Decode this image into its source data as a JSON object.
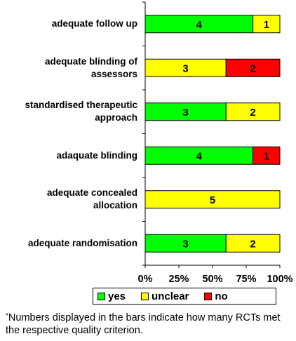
{
  "chart_data": {
    "type": "bar",
    "orientation": "horizontal",
    "stacked": "percent",
    "categories": [
      "adequate follow up",
      "adequate blinding of assessors",
      "standardised therapeutic approach",
      "adaquate blinding",
      "adequate concealed allocation",
      "adequate randomisation"
    ],
    "category_lines": [
      [
        "adequate follow up"
      ],
      [
        "adequate blinding of",
        "assessors"
      ],
      [
        "standardised therapeutic",
        "approach"
      ],
      [
        "adaquate blinding"
      ],
      [
        "adequate concealed",
        "allocation"
      ],
      [
        "adequate randomisation"
      ]
    ],
    "series": [
      {
        "name": "yes",
        "color": "#00ff00",
        "values": [
          4,
          0,
          3,
          4,
          0,
          3
        ]
      },
      {
        "name": "unclear",
        "color": "#ffff00",
        "values": [
          1,
          3,
          2,
          0,
          5,
          2
        ]
      },
      {
        "name": "no",
        "color": "#ff0000",
        "values": [
          0,
          2,
          0,
          1,
          0,
          0
        ]
      }
    ],
    "xlim": [
      0,
      100
    ],
    "x_ticks": [
      "0%",
      "25%",
      "50%",
      "75%",
      "100%"
    ],
    "grid": false,
    "legend_position": "bottom"
  },
  "footnote": {
    "marker": "*",
    "text": "Numbers displayed in the bars indicate how many RCTs met the respective quality criterion."
  }
}
